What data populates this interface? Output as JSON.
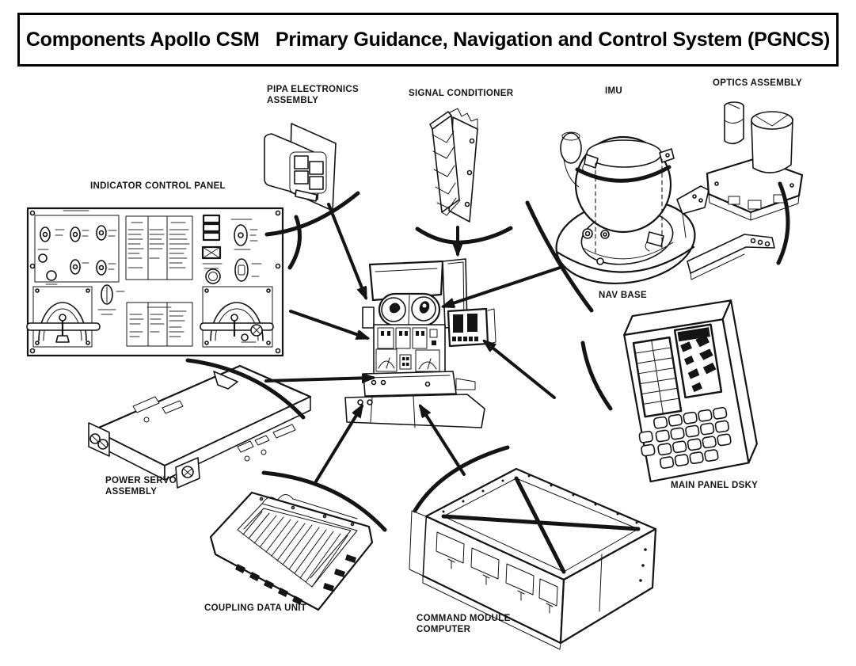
{
  "title": "Components Apollo CSM   Primary Guidance, Navigation and Control System (PGNCS)",
  "labels": {
    "pipa": "PIPA ELECTRONICS\nASSEMBLY",
    "signal_conditioner": "SIGNAL CONDITIONER",
    "imu": "IMU",
    "optics": "OPTICS ASSEMBLY",
    "indicator_panel": "INDICATOR CONTROL PANEL",
    "nav_base": "NAV BASE",
    "main_dsky": "MAIN PANEL DSKY",
    "power_servo": "POWER SERVO\nASSEMBLY",
    "cdu": "COUPLING DATA UNIT",
    "cmc": "COMMAND MODULE\nCOMPUTER"
  },
  "colors": {
    "ink": "#141414",
    "paper": "#ffffff"
  },
  "diagram": {
    "type": "labeled-component-callout-diagram",
    "arrows_to_center_from": [
      "INDICATOR CONTROL PANEL",
      "PIPA ELECTRONICS ASSEMBLY",
      "SIGNAL CONDITIONER",
      "IMU",
      "MAIN PANEL DSKY",
      "POWER SERVO ASSEMBLY",
      "COUPLING DATA UNIT",
      "COMMAND MODULE COMPUTER"
    ]
  }
}
